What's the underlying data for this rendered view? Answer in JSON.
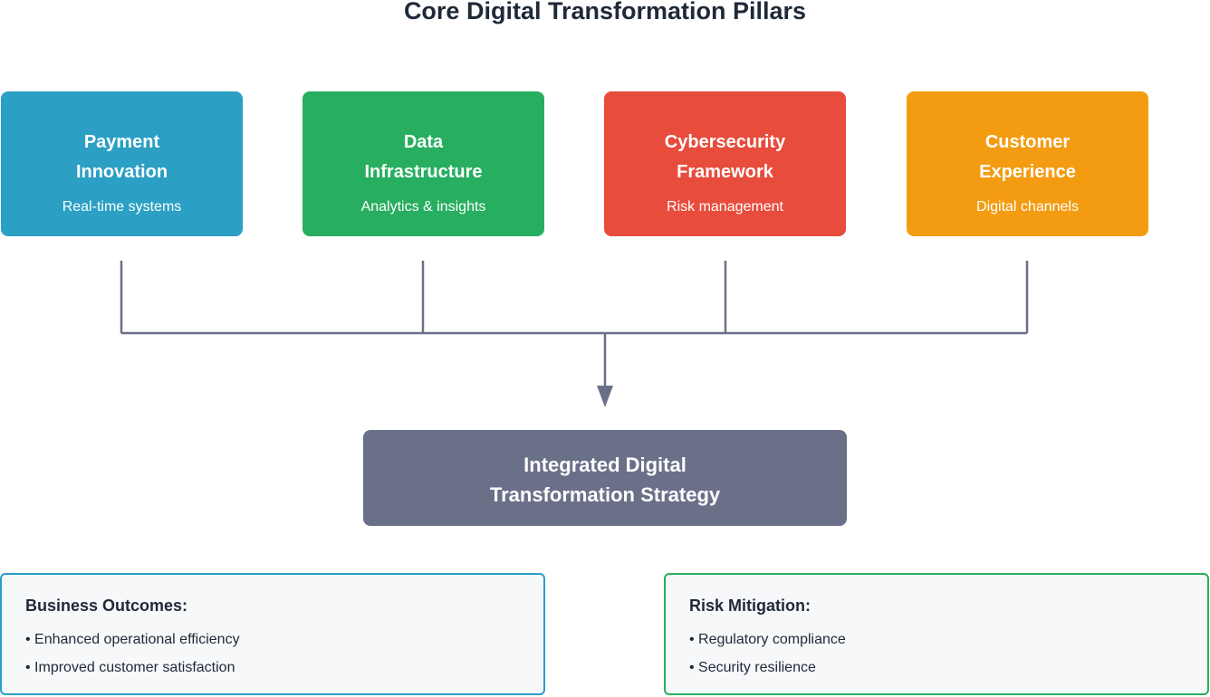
{
  "title": "Core Digital Transformation Pillars",
  "pillars": [
    {
      "title_lines": [
        "Payment",
        "Innovation"
      ],
      "subtitle": "Real-time systems",
      "color": "#2b9fc4"
    },
    {
      "title_lines": [
        "Data",
        "Infrastructure"
      ],
      "subtitle": "Analytics & insights",
      "color": "#27ae60"
    },
    {
      "title_lines": [
        "Cybersecurity",
        "Framework"
      ],
      "subtitle": "Risk management",
      "color": "#e74c3c"
    },
    {
      "title_lines": [
        "Customer",
        "Experience"
      ],
      "subtitle": "Digital channels",
      "color": "#f39c12"
    }
  ],
  "strategy": {
    "title_lines": [
      "Integrated Digital",
      "Transformation Strategy"
    ],
    "color": "#6b7089"
  },
  "connector_color": "#6b7089",
  "panels": [
    {
      "heading": "Business Outcomes:",
      "items": [
        "• Enhanced operational efficiency",
        "• Improved customer satisfaction"
      ],
      "border_color": "#2b9fc4"
    },
    {
      "heading": "Risk Mitigation:",
      "items": [
        "• Regulatory compliance",
        "• Security resilience"
      ],
      "border_color": "#27ae60"
    }
  ]
}
